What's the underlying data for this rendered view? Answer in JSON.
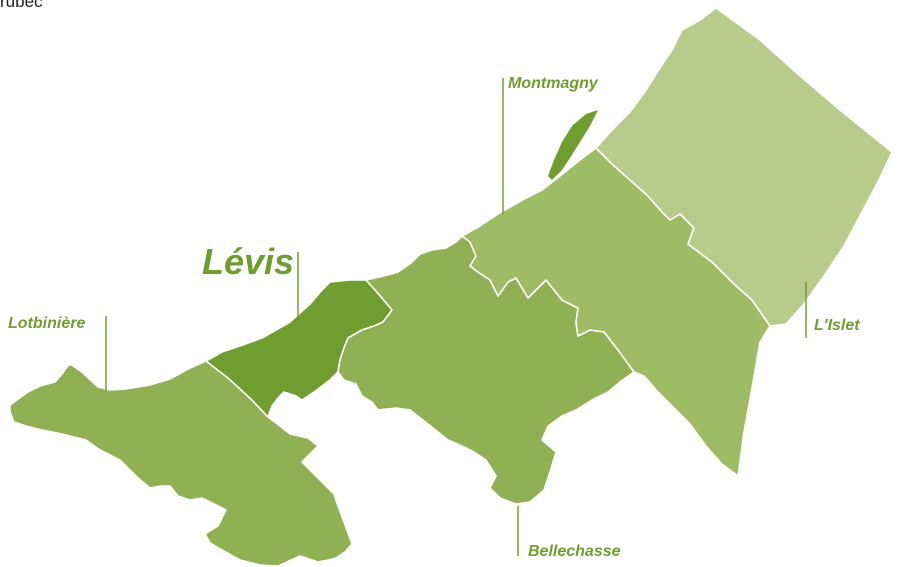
{
  "corner_text": "rubec",
  "colors": {
    "lotbiniere": "#8fb153",
    "levis": "#6f9d30",
    "bellechasse": "#8fb153",
    "montmagny": "#9ebb65",
    "lislet": "#b8cb8c",
    "island": "#6f9d30",
    "label": "#6f9d30"
  },
  "labels": {
    "levis": "Lévis",
    "lotbiniere": "Lotbinière",
    "montmagny": "Montmagny",
    "lislet": "L'Islet",
    "bellechasse": "Bellechasse"
  }
}
